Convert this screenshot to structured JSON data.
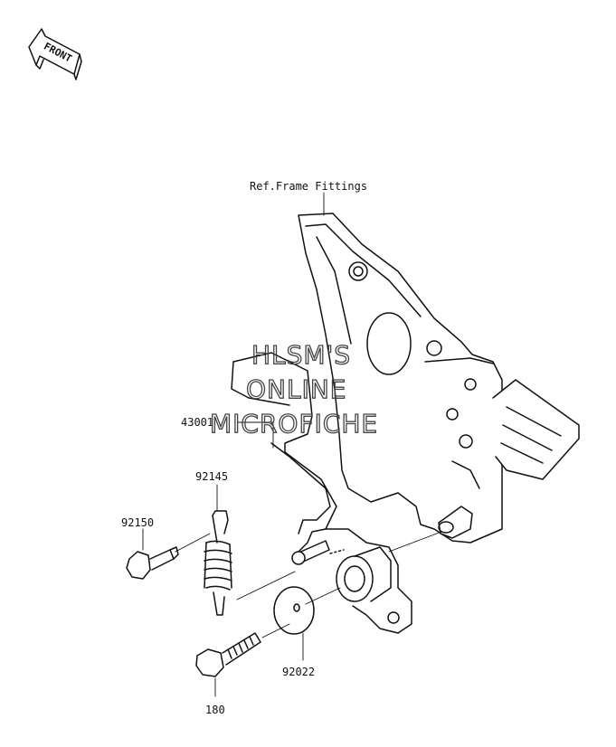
{
  "orientation": {
    "label": "FRONT",
    "icon": "front-arrow-icon"
  },
  "callouts": {
    "ref_frame": "Ref.Frame Fittings",
    "part_43001": "43001",
    "part_92145": "92145",
    "part_92150": "92150",
    "part_92022": "92022",
    "part_180": "180"
  },
  "watermark": {
    "line1": "HLSM'S",
    "line2": "ONLINE",
    "line3": "MICROFICHE"
  }
}
